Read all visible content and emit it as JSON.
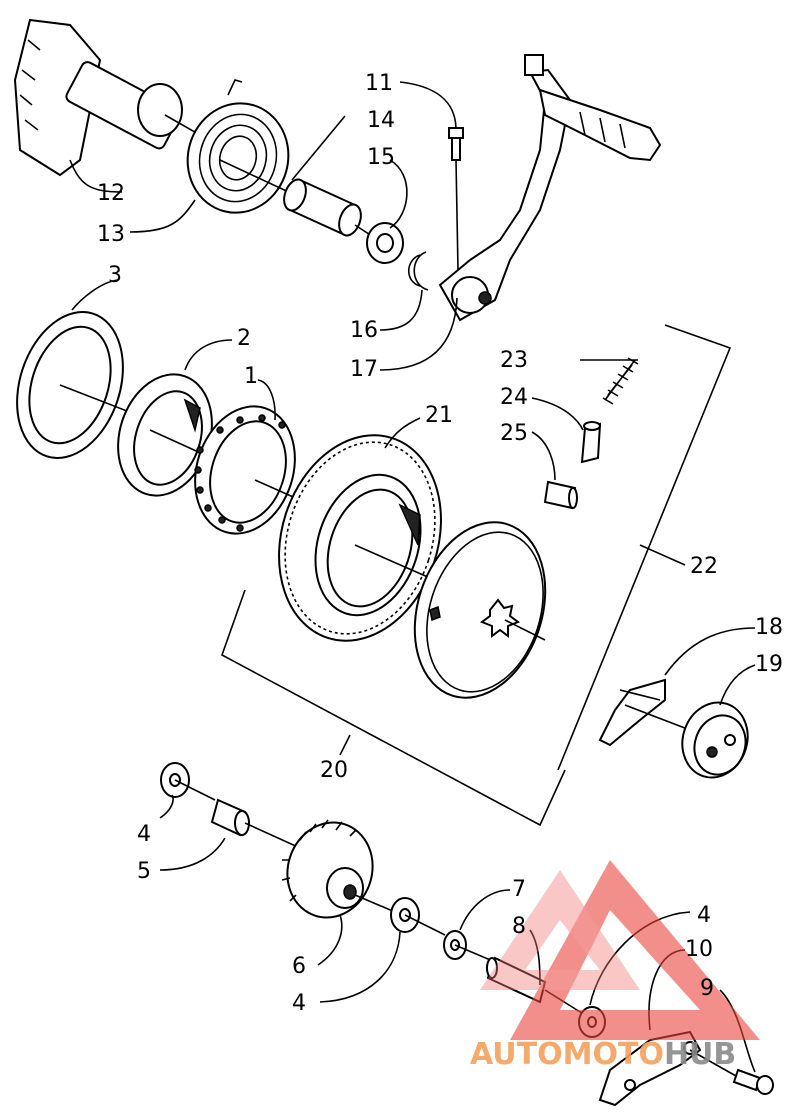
{
  "callouts": [
    "1",
    "2",
    "3",
    "4",
    "5",
    "6",
    "7",
    "8",
    "9",
    "10",
    "11",
    "12",
    "13",
    "14",
    "15",
    "16",
    "17",
    "18",
    "19",
    "20",
    "21",
    "22",
    "23",
    "24",
    "25"
  ],
  "watermark": {
    "prefix": "AUTOMOTO",
    "suffix": "HUB",
    "prefix_color": "#f5a05a",
    "suffix_color": "#8a8a8a",
    "logo_color": "#e8433c"
  }
}
